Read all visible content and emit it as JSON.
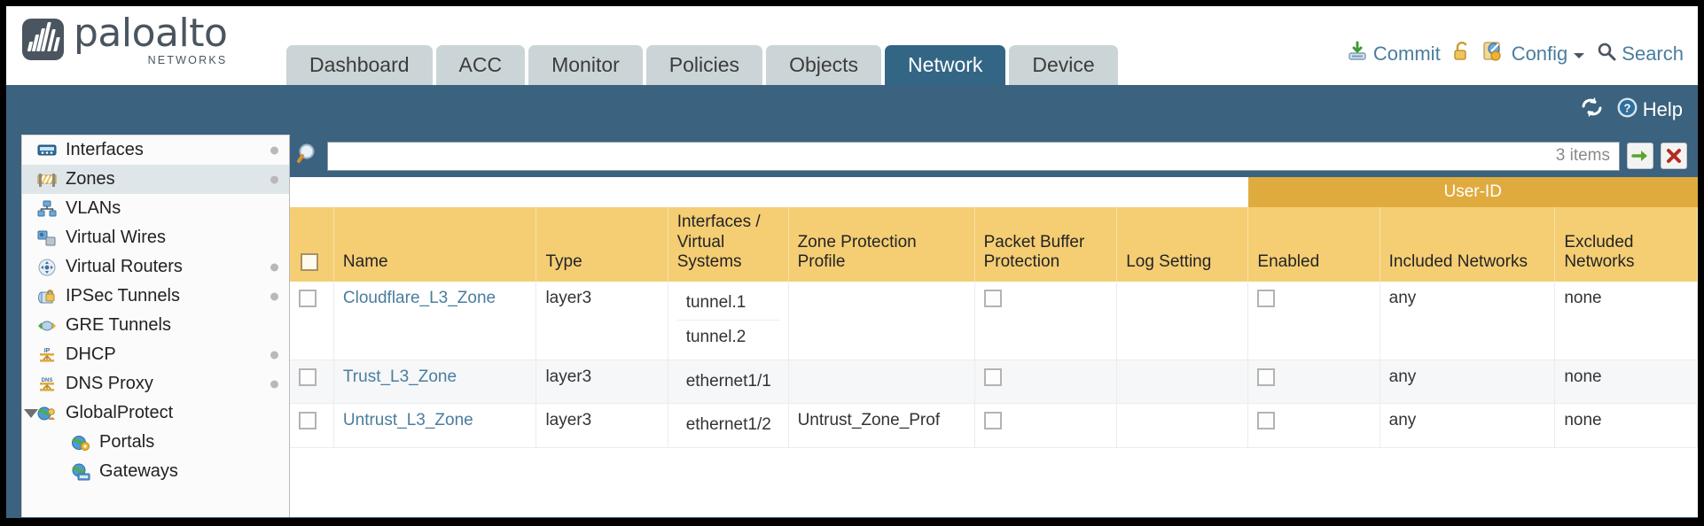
{
  "brand": {
    "name": "paloalto",
    "tagline": "NETWORKS",
    "registered": "®"
  },
  "tabs": [
    {
      "label": "Dashboard",
      "active": false
    },
    {
      "label": "ACC",
      "active": false
    },
    {
      "label": "Monitor",
      "active": false
    },
    {
      "label": "Policies",
      "active": false
    },
    {
      "label": "Objects",
      "active": false
    },
    {
      "label": "Network",
      "active": true
    },
    {
      "label": "Device",
      "active": false
    }
  ],
  "topright": {
    "commit": "Commit",
    "config": "Config",
    "search": "Search"
  },
  "bluestrip": {
    "help": "Help"
  },
  "sidebar": {
    "items": [
      {
        "label": "Interfaces",
        "icon": "interfaces-icon",
        "dot": true,
        "selected": false,
        "child": false,
        "caret": false
      },
      {
        "label": "Zones",
        "icon": "zones-icon",
        "dot": true,
        "selected": true,
        "child": false,
        "caret": false
      },
      {
        "label": "VLANs",
        "icon": "vlans-icon",
        "dot": false,
        "selected": false,
        "child": false,
        "caret": false
      },
      {
        "label": "Virtual Wires",
        "icon": "virtual-wires-icon",
        "dot": false,
        "selected": false,
        "child": false,
        "caret": false
      },
      {
        "label": "Virtual Routers",
        "icon": "virtual-routers-icon",
        "dot": true,
        "selected": false,
        "child": false,
        "caret": false
      },
      {
        "label": "IPSec Tunnels",
        "icon": "ipsec-tunnels-icon",
        "dot": true,
        "selected": false,
        "child": false,
        "caret": false
      },
      {
        "label": "GRE Tunnels",
        "icon": "gre-tunnels-icon",
        "dot": false,
        "selected": false,
        "child": false,
        "caret": false
      },
      {
        "label": "DHCP",
        "icon": "dhcp-icon",
        "dot": true,
        "selected": false,
        "child": false,
        "caret": false
      },
      {
        "label": "DNS Proxy",
        "icon": "dns-proxy-icon",
        "dot": true,
        "selected": false,
        "child": false,
        "caret": false
      },
      {
        "label": "GlobalProtect",
        "icon": "globalprotect-icon",
        "dot": false,
        "selected": false,
        "child": false,
        "caret": true
      },
      {
        "label": "Portals",
        "icon": "portals-icon",
        "dot": false,
        "selected": false,
        "child": true,
        "caret": false
      },
      {
        "label": "Gateways",
        "icon": "gateways-icon",
        "dot": false,
        "selected": false,
        "child": true,
        "caret": false
      }
    ]
  },
  "search": {
    "value": "",
    "placeholder": "",
    "item_count": "3 items"
  },
  "table": {
    "group_header": "User-ID",
    "columns": [
      "Name",
      "Type",
      "Interfaces / Virtual Systems",
      "Zone Protection Profile",
      "Packet Buffer Protection",
      "Log Setting",
      "Enabled",
      "Included Networks",
      "Excluded Networks"
    ],
    "rows": [
      {
        "name": "Cloudflare_L3_Zone",
        "type": "layer3",
        "interfaces": [
          "tunnel.1",
          "tunnel.2"
        ],
        "zone_protection_profile": "",
        "packet_buffer_protection": false,
        "log_setting": "",
        "userid_enabled": false,
        "included_networks": "any",
        "excluded_networks": "none"
      },
      {
        "name": "Trust_L3_Zone",
        "type": "layer3",
        "interfaces": [
          "ethernet1/1"
        ],
        "zone_protection_profile": "",
        "packet_buffer_protection": false,
        "log_setting": "",
        "userid_enabled": false,
        "included_networks": "any",
        "excluded_networks": "none"
      },
      {
        "name": "Untrust_L3_Zone",
        "type": "layer3",
        "interfaces": [
          "ethernet1/2"
        ],
        "zone_protection_profile": "Untrust_Zone_Prof",
        "packet_buffer_protection": false,
        "log_setting": "",
        "userid_enabled": false,
        "included_networks": "any",
        "excluded_networks": "none"
      }
    ]
  },
  "colors": {
    "header_blue": "#3b627f",
    "tab_active": "#336685",
    "tab_inactive": "#cbd5d7",
    "table_header_gold": "#f5ce74",
    "group_header_gold": "#e0ab3e",
    "link_blue": "#4a7d9e"
  }
}
